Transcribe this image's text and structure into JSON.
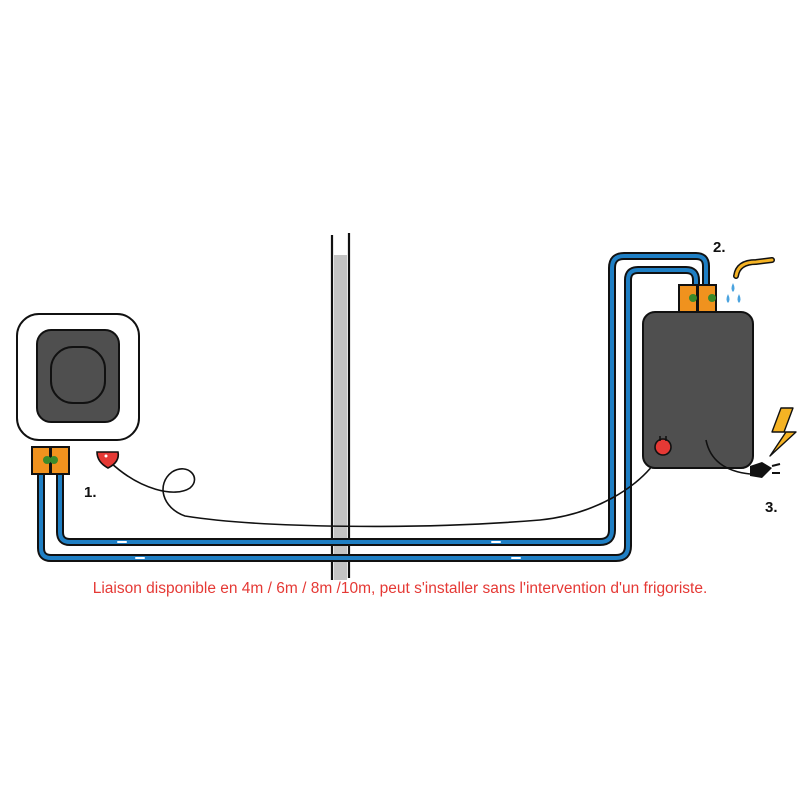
{
  "labels": {
    "step1": "1.",
    "step2": "2.",
    "step3": "3."
  },
  "caption": "Liaison disponible en 4m / 6m / 8m /10m, peut s'installer sans l'intervention d'un frigoriste.",
  "colors": {
    "caption": "#e53935",
    "pipe": "#1f7fc4",
    "outline": "#111111",
    "connector": "#f0921e",
    "unit_body": "#4f4f4f",
    "wall": "#c4c4c4",
    "plug_red": "#e53935",
    "lightning": "#f5b324",
    "water": "#4aa3df"
  },
  "icons": {
    "indoor_unit": "split-indoor-unit-icon",
    "outdoor_unit": "outdoor-compressor-unit-icon",
    "wall": "wall-icon",
    "water": "water-drop-icon",
    "power": "lightning-icon",
    "plug": "power-plug-icon"
  }
}
